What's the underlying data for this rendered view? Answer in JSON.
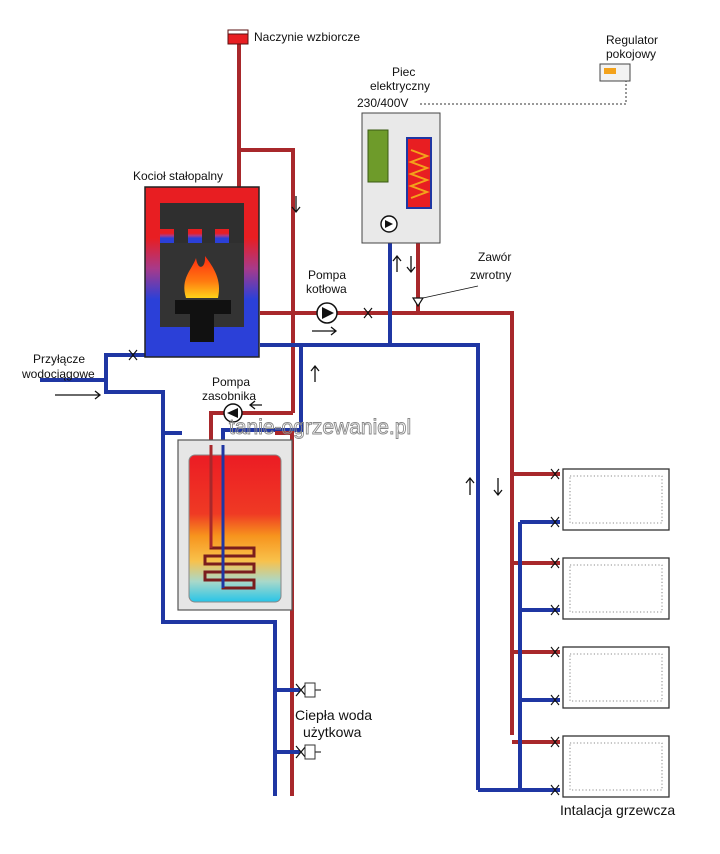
{
  "labels": {
    "expansion_vessel": "Naczynie wzbiorcze",
    "solid_fuel_boiler": "Kocioł stałopalny",
    "electric_boiler_line1": "Piec",
    "electric_boiler_line2": "elektryczny",
    "voltage": "230/400V",
    "room_regulator_line1": "Regulator",
    "room_regulator_line2": "pokojowy",
    "boiler_pump_line1": "Pompa",
    "boiler_pump_line2": "kotłowa",
    "check_valve_line1": "Zawór",
    "check_valve_line2": "zwrotny",
    "water_supply_line1": "Przyłącze",
    "water_supply_line2": "wodociągowe",
    "tank_pump_line1": "Pompa",
    "tank_pump_line2": "zasobnika",
    "dhw_line1": "Ciepła woda",
    "dhw_line2": "użytkowa",
    "heating_installation": "Intalacja grzewcza",
    "watermark": "tanie-ogrzewanie.pl"
  },
  "colors": {
    "supply_pipe": "#a8282b",
    "return_pipe": "#1f36a3",
    "boiler_hot": "#e81e22",
    "boiler_cold": "#2b40d8",
    "heater_green": "#6e9b2a"
  }
}
